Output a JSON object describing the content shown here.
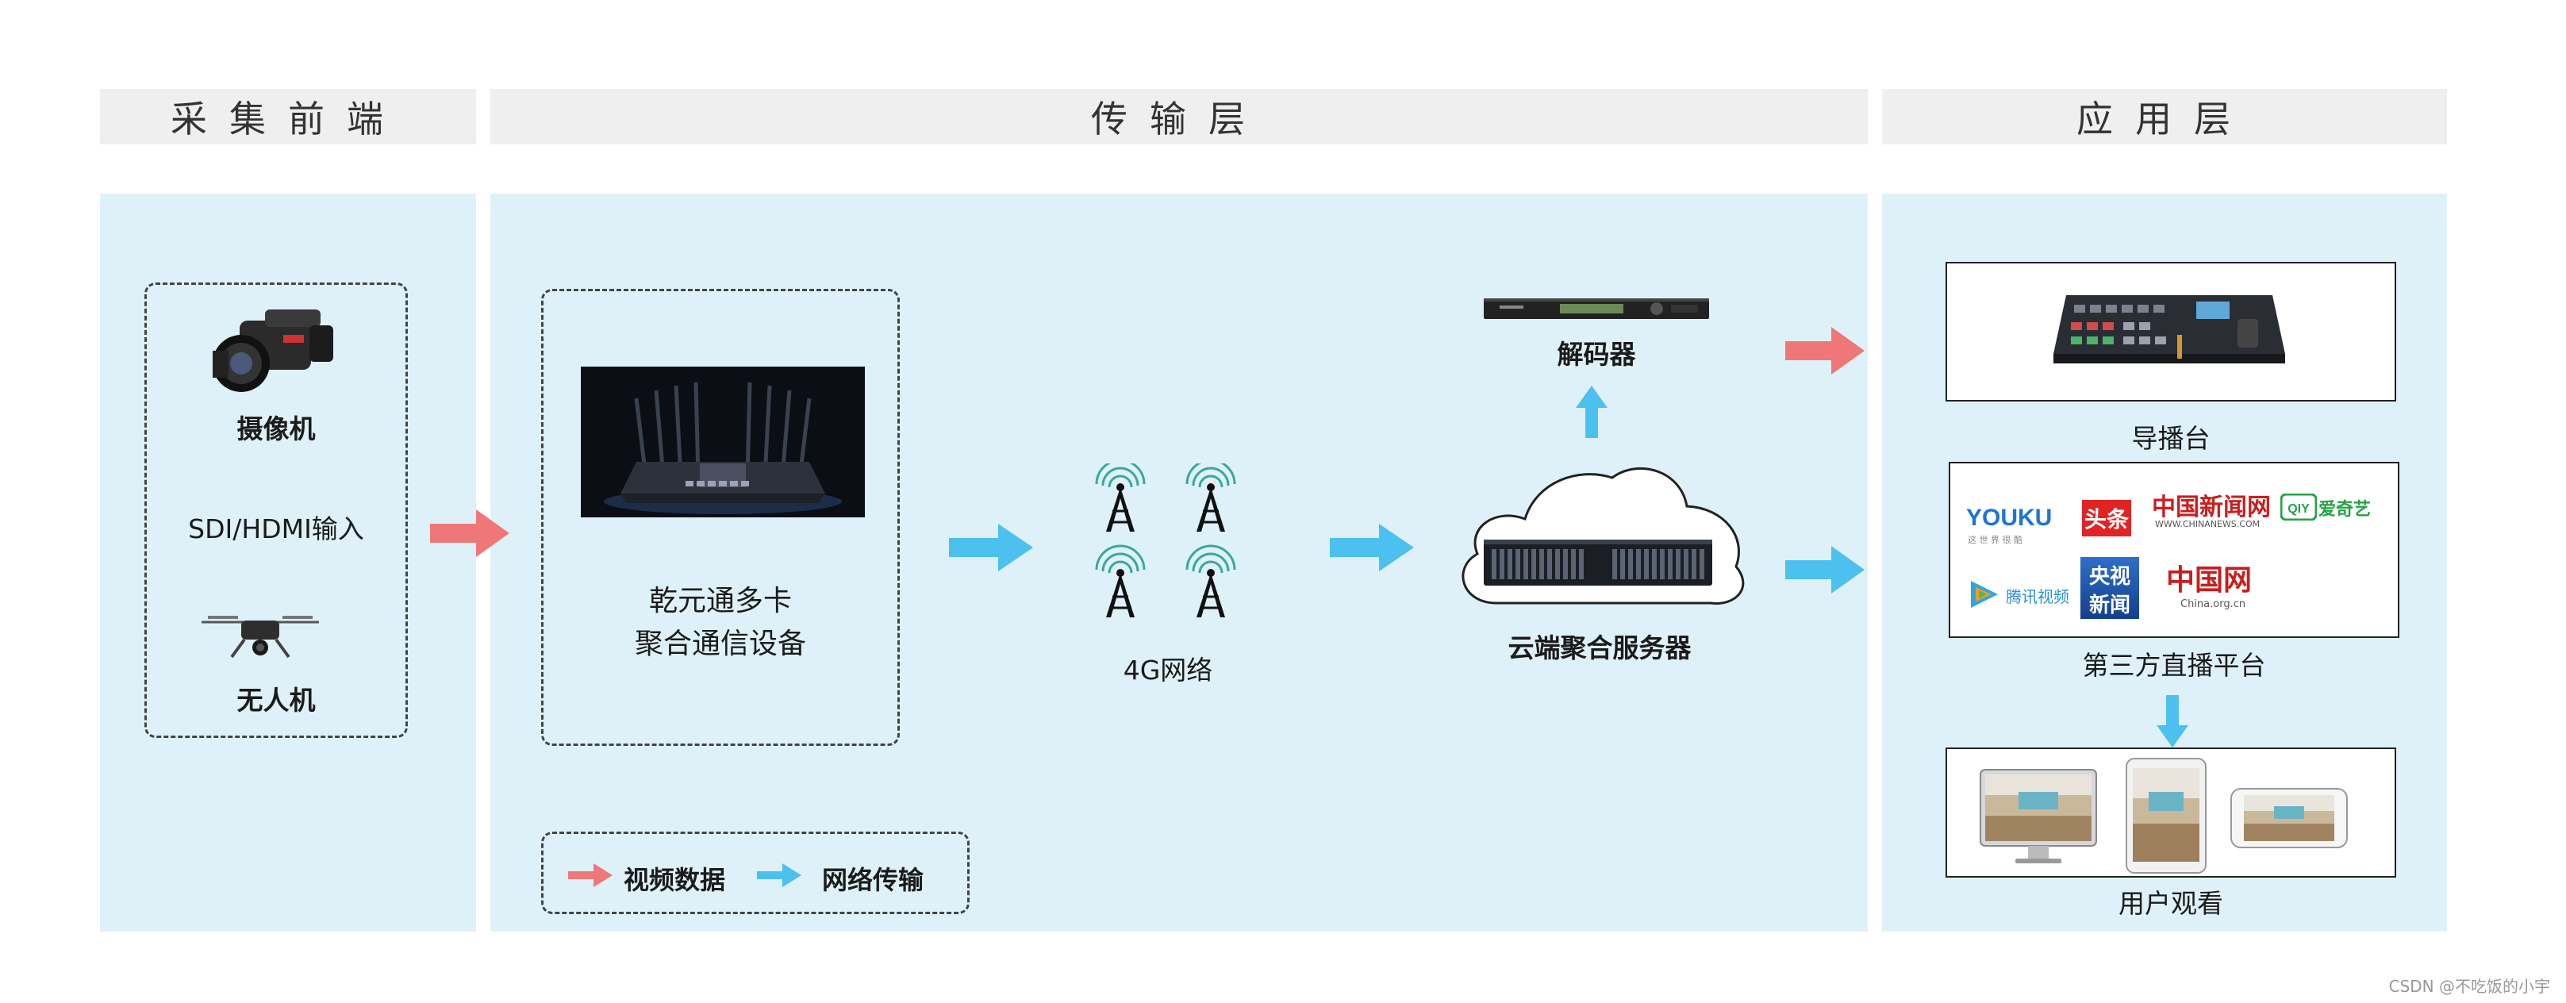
{
  "headers": {
    "capture": "采集前端",
    "transport": "传输层",
    "application": "应用层"
  },
  "capture": {
    "camera_label": "摄像机",
    "input_label": "SDI/HDMI输入",
    "drone_label": "无人机"
  },
  "transport": {
    "device_label_line1": "乾元通多卡",
    "device_label_line2": "聚合通信设备",
    "network_label": "4G网络",
    "decoder_label": "解码器",
    "cloud_label": "云端聚合服务器",
    "legend": {
      "video_label": "视频数据",
      "network_label": "网络传输"
    }
  },
  "application": {
    "director_label": "导播台",
    "platform_label": "第三方直播平台",
    "users_label": "用户观看",
    "platform_logos": {
      "youku": "YOUKU",
      "youku_sub": "这 世 界 很 酷",
      "toutiao": "头条",
      "chinanews": "中国新闻网",
      "chinanews_sub": "WWW.CHINANEWS.COM",
      "iqiyi": "爱奇艺",
      "tencent": "腾讯视频",
      "cctv_news_1": "央视",
      "cctv_news_2": "新闻",
      "china_cn": "中国网",
      "china_cn_sub": "China.org.cn"
    }
  },
  "colors": {
    "video_arrow": "#ef7777",
    "network_arrow": "#4cc0ee",
    "panel": "#dff1f8",
    "header": "#efefef"
  },
  "watermark": "CSDN @不吃饭的小宇"
}
